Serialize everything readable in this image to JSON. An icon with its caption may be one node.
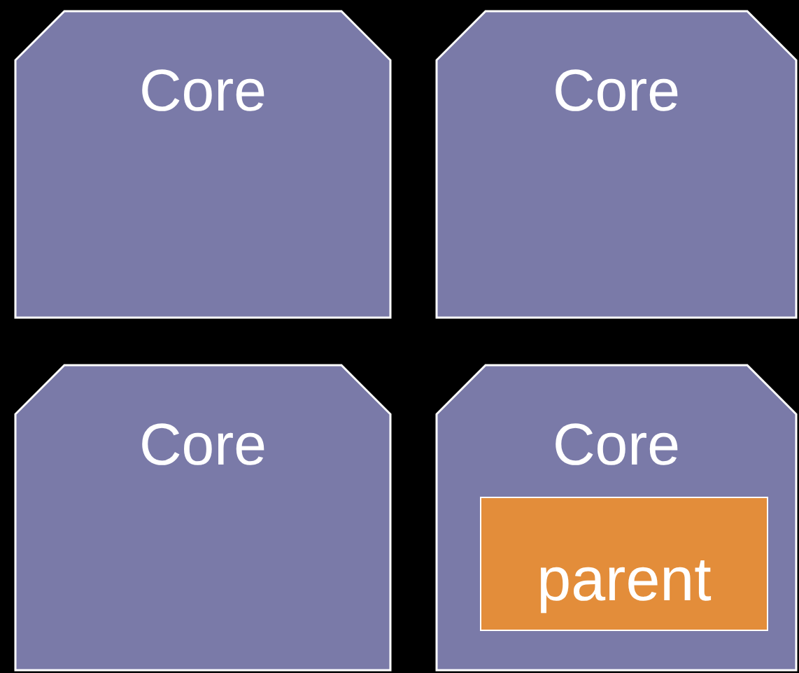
{
  "diagram": {
    "nodes": [
      {
        "text": [
          "Core"
        ]
      },
      {
        "text": [
          "Core"
        ]
      },
      {
        "text": [
          "Core"
        ]
      },
      {
        "text": [
          "Core"
        ]
      },
      {
        "text": [
          "parent"
        ],
        "in": 3
      }
    ]
  }
}
